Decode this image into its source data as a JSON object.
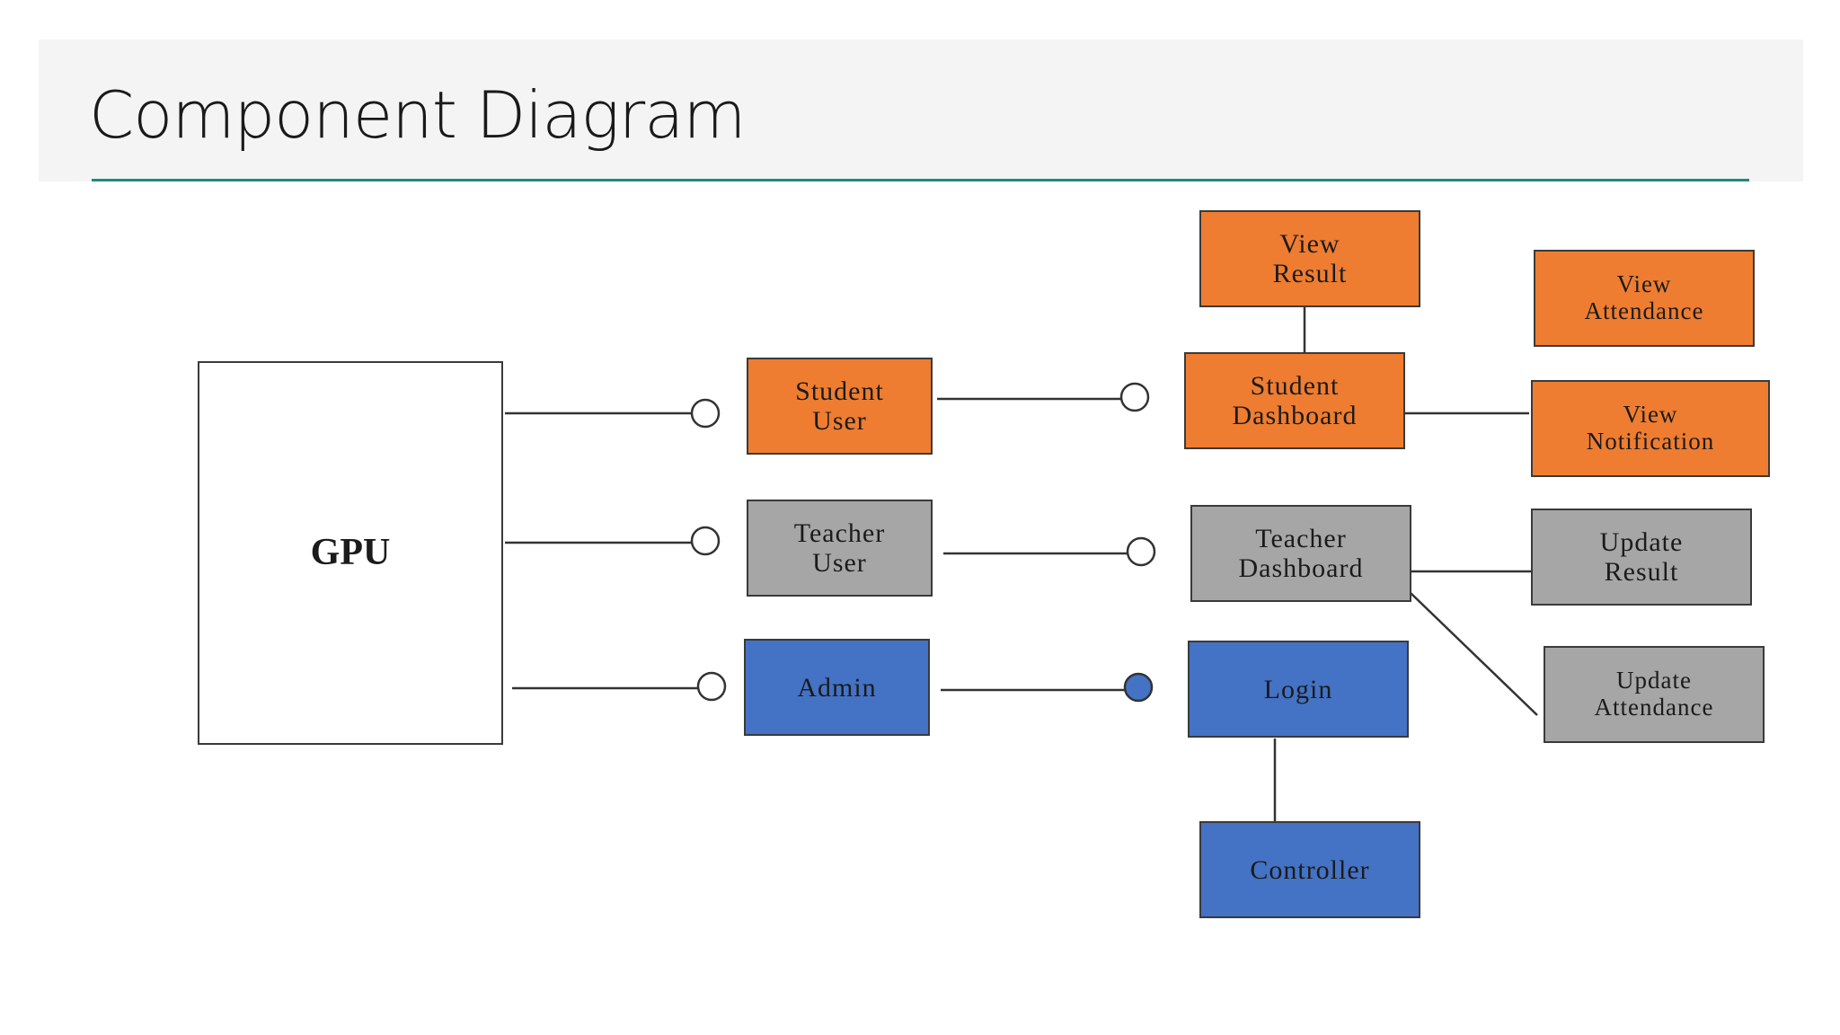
{
  "slide": {
    "title": "Component Diagram"
  },
  "diagram": {
    "gpu": "GPU",
    "student_user": "Student\nUser",
    "teacher_user": "Teacher\nUser",
    "admin": "Admin",
    "view_result": "View\nResult",
    "student_dashboard": "Student\nDashboard",
    "teacher_dashboard": "Teacher\nDashboard",
    "login": "Login",
    "controller": "Controller",
    "view_attendance": "View\nAttendance",
    "view_notification": "View\nNotification",
    "update_result": "Update\nResult",
    "update_attendance": "Update\nAttendance"
  },
  "colors": {
    "student": "#ee7d31",
    "teacher": "#a6a6a6",
    "admin": "#4472c4",
    "accent_rule": "#1f8a7d"
  }
}
